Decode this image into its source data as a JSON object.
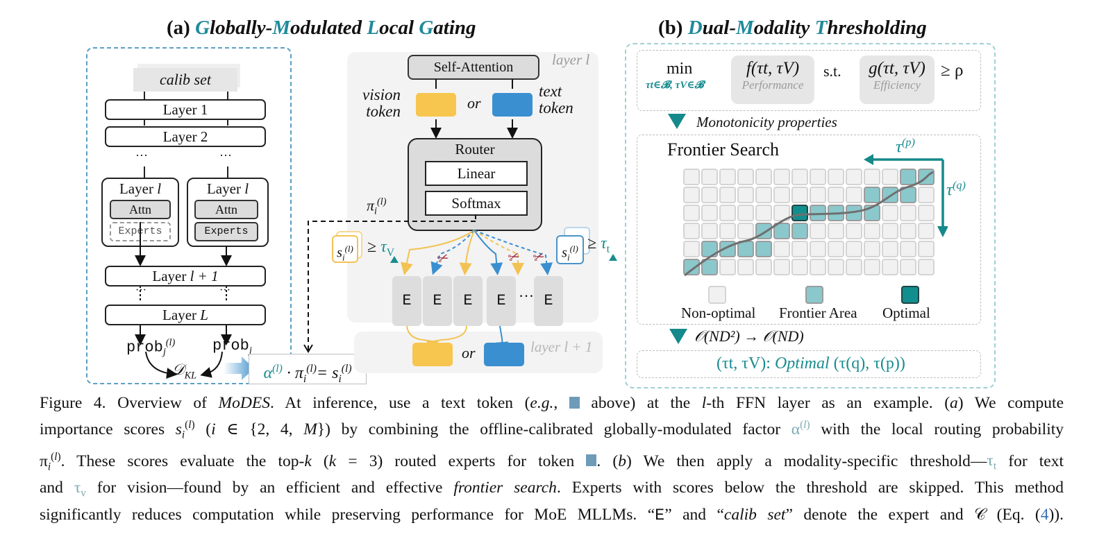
{
  "panel_a": {
    "title_prefix": "(a) ",
    "title_parts": [
      {
        "text": "G",
        "accent": true
      },
      {
        "text": "lobally-",
        "accent": false
      },
      {
        "text": "M",
        "accent": true
      },
      {
        "text": "odulated ",
        "accent": false
      },
      {
        "text": "L",
        "accent": true
      },
      {
        "text": "ocal ",
        "accent": false
      },
      {
        "text": "G",
        "accent": true
      },
      {
        "text": "ating",
        "accent": false
      }
    ],
    "calib_label": "calib set",
    "layer_1": "Layer 1",
    "layer_2": "Layer 2",
    "ellipsis": "···",
    "layer_l_label": "Layer ",
    "layer_l_var": "l",
    "attn": "Attn",
    "experts": "Experts",
    "layer_l_plus_1": "Layer ",
    "layer_l_plus_1_var": "l + 1",
    "layer_L": "Layer ",
    "layer_L_var": "L",
    "prob_left": "prob",
    "prob_left_sub": "j",
    "prob_left_sup": "(l)",
    "prob_right": "prob",
    "prob_right_sub": "j",
    "dkl": "𝒟",
    "dkl_sub": "KL",
    "eq_alpha": "α",
    "eq_sup": "(l)",
    "eq_dot": " · π",
    "eq_pi_sub": "i",
    "eq_eq": "= s",
    "eq_s_sub": "i"
  },
  "router_panel": {
    "layer_tag": "layer l",
    "self_attention": "Self-Attention",
    "vision_token_1": "vision",
    "vision_token_2": "token",
    "or": "or",
    "text_token_1": "text",
    "text_token_2": "token",
    "router": "Router",
    "linear": "Linear",
    "softmax": "Softmax",
    "pi_label": "π",
    "pi_sub": "i",
    "pi_sup": "(l)",
    "score_s": "s",
    "score_sub": "i",
    "score_sup": "(l)",
    "geq": "≥",
    "tau": "τ",
    "tau_v_sub": "V",
    "tau_t_sub": "t",
    "experts": [
      "E",
      "E",
      "E",
      "E",
      "E"
    ],
    "experts_ellipsis": "…",
    "next_layer_tag": "layer l + 1",
    "colors": {
      "vision": "#f7c64f",
      "text": "#3a8fd0",
      "accent": "#1a8c8f"
    }
  },
  "panel_b": {
    "title_prefix": "(b) ",
    "title_parts": [
      {
        "text": "D",
        "accent": true
      },
      {
        "text": "ual-",
        "accent": false
      },
      {
        "text": "M",
        "accent": true
      },
      {
        "text": "odality ",
        "accent": false
      },
      {
        "text": "T",
        "accent": true
      },
      {
        "text": "hresholding",
        "accent": false
      }
    ],
    "objective_min": "min",
    "objective_domain": "τt∈𝓑, τV∈𝓑",
    "f_expr": "f(τt, τV)",
    "f_label": "Performance",
    "st": "s.t.",
    "g_expr": "g(τt, τV)",
    "g_label": "Efficiency",
    "constraint": "≥ ρ",
    "step1": "Monotonicity properties",
    "frontier_title": "Frontier Search",
    "tau_p": "τ",
    "tau_p_sup": "(p)",
    "tau_q": "τ",
    "tau_q_sup": "(q)",
    "legend": [
      {
        "label": "Non-optimal",
        "kind": "non"
      },
      {
        "label": "Frontier Area",
        "kind": "front"
      },
      {
        "label": "Optimal",
        "kind": "opt"
      }
    ],
    "step2": "𝒪(ND²) → 𝒪(ND)",
    "result_lhs": "(τt, τV): ",
    "result_word": "Optimal",
    "result_rhs": " (τ(q), τ(p))",
    "grid": {
      "rows": 6,
      "cols": 14,
      "frontier": [
        [
          0,
          12
        ],
        [
          0,
          13
        ],
        [
          1,
          10
        ],
        [
          1,
          11
        ],
        [
          1,
          12
        ],
        [
          2,
          7
        ],
        [
          2,
          8
        ],
        [
          2,
          9
        ],
        [
          2,
          10
        ],
        [
          3,
          4
        ],
        [
          3,
          5
        ],
        [
          3,
          6
        ],
        [
          4,
          1
        ],
        [
          4,
          2
        ],
        [
          4,
          3
        ],
        [
          4,
          4
        ],
        [
          5,
          0
        ],
        [
          5,
          1
        ]
      ],
      "optimal": [
        2,
        6
      ]
    }
  },
  "caption": {
    "lines": [
      "Figure 4.  Overview of <i>MoDES</i>. At inference, use a text token (<i>e.g.</i>, <span class='sq'></span> above) at the <i>l</i>-th FFN layer as an example.  (<i>a</i>) We compute",
      "importance scores <i>s</i><sub><i>i</i></sub><sup>(<i>l</i>)</sup> (<i>i</i> ∈ {2, 4, <i>M</i>}) by combining the offline-calibrated globally-modulated factor <span class='tl'>α<sup>(<i>l</i>)</sup></span> with the local routing probability",
      "π<sub><i>i</i></sub><sup>(<i>l</i>)</sup>. These scores evaluate the top-<i>k</i> (<i>k</i> = 3) routed experts for token <span class='sq'></span>. (<i>b</i>) We then apply a modality-specific threshold—<span class='tl'>τ<sub>t</sub></span> for text",
      "and <span class='tl'>τ<sub>v</sub></span> for vision—found by an efficient and effective <i>frontier search</i>. Experts with scores below the threshold are skipped. This method",
      "significantly reduces computation while preserving performance for MoE MLLMs. “<span class='mono'>E</span>” and “<i>calib set</i>” denote the expert and 𝒞 (Eq. (<span class='ref'>4</span>))."
    ]
  }
}
